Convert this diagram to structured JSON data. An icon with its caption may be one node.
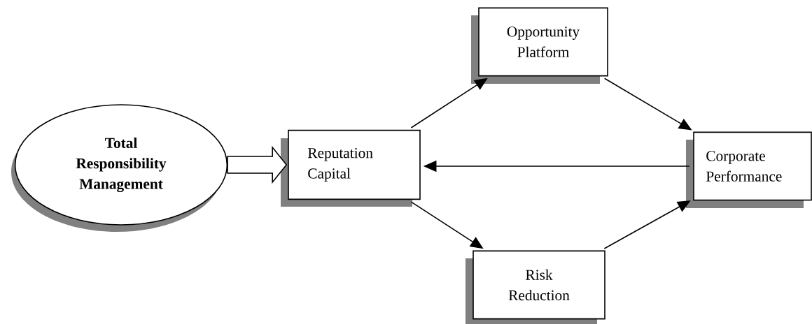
{
  "diagram": {
    "nodes": [
      {
        "text": [
          "Total Responsibility Management"
        ]
      },
      {
        "text": [
          "Reputation Capital"
        ]
      },
      {
        "text": [
          "Opportunity Platform"
        ]
      },
      {
        "text": [
          "Corporate Performance"
        ]
      },
      {
        "text": [
          "Risk Reduction"
        ]
      }
    ],
    "edges": [
      {
        "from": 0,
        "to": 1,
        "arrow": "to",
        "style": "thick"
      },
      {
        "from": 1,
        "to": 2,
        "arrow": "to"
      },
      {
        "from": 2,
        "to": 3,
        "arrow": "to"
      },
      {
        "from": 3,
        "to": 1,
        "arrow": "to"
      },
      {
        "from": 1,
        "to": 4,
        "arrow": "to"
      },
      {
        "from": 4,
        "to": 3,
        "arrow": "to"
      }
    ]
  }
}
